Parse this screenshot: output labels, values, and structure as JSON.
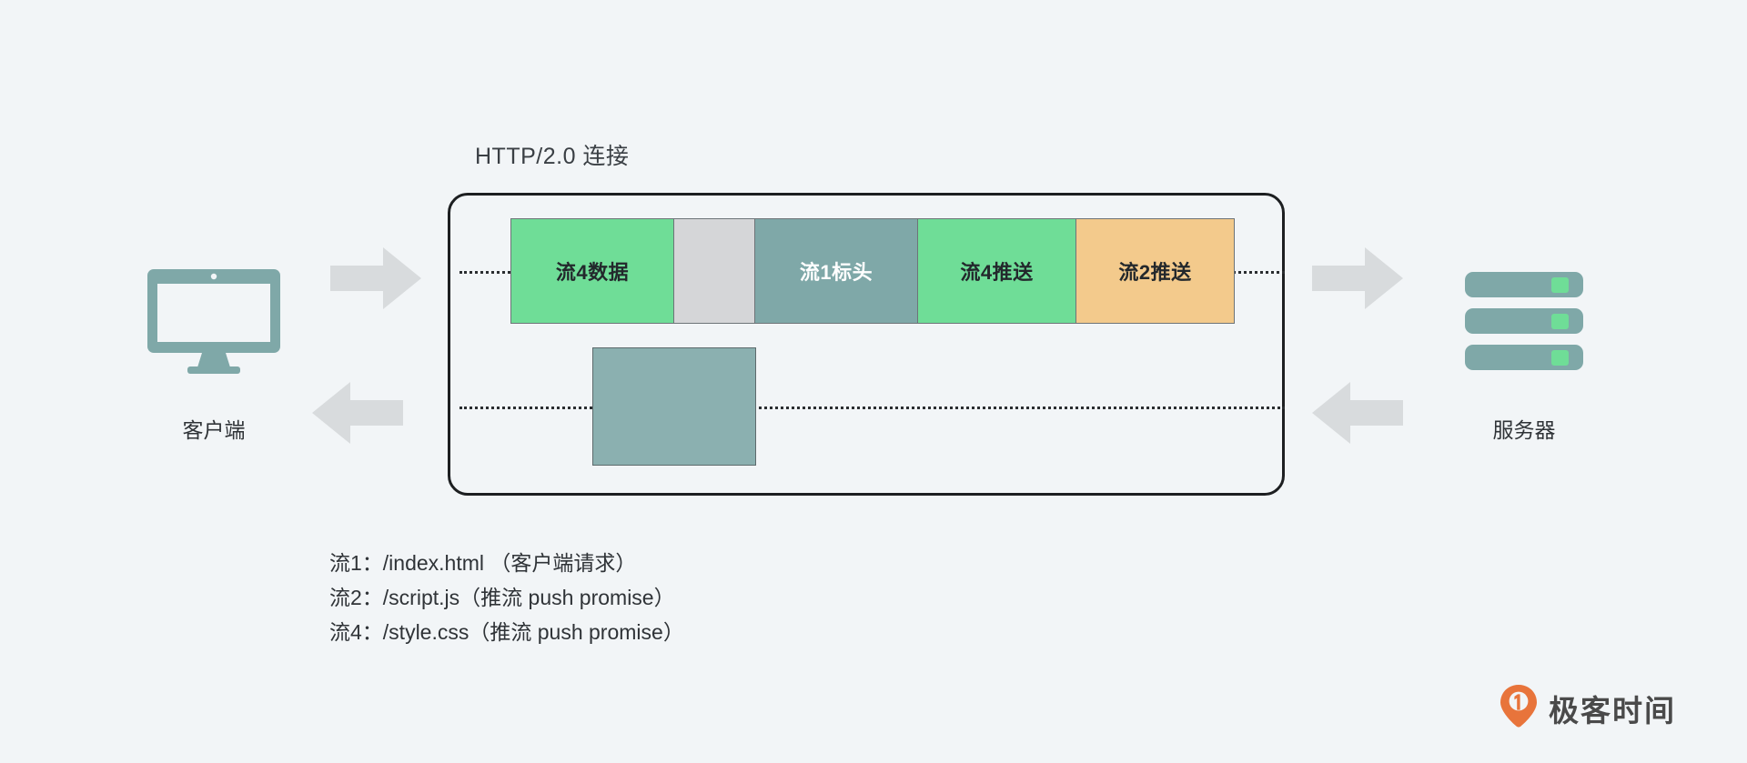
{
  "diagram": {
    "title": "HTTP/2.0 连接",
    "background_color": "#f2f5f7",
    "frames": [
      {
        "label": "流4数据",
        "color": "#6FDD97",
        "text_color": "#23282c",
        "width": 180
      },
      {
        "label": "",
        "color": "#D5D6D8",
        "text_color": "#23282c",
        "width": 90
      },
      {
        "label": "流1标头",
        "color": "#7FA8A8",
        "text_color": "#ffffff",
        "width": 180
      },
      {
        "label": "流4推送",
        "color": "#6FDD97",
        "text_color": "#23282c",
        "width": 175
      },
      {
        "label": "流2推送",
        "color": "#F3CA8C",
        "text_color": "#23282c",
        "width": 175
      }
    ],
    "pending_frame": {
      "label": "",
      "color": "#8bb0b0"
    },
    "endpoints": {
      "client": {
        "label": "客户端",
        "icon": "monitor-icon",
        "color": "#7FA8A8"
      },
      "server": {
        "label": "服务器",
        "icon": "server-rack-icon",
        "color": "#7FA8A8",
        "led_color": "#6FDD97"
      }
    },
    "arrows": {
      "client_to_server_label": "",
      "server_to_client_label": "",
      "color": "#D8DBDD"
    },
    "legend": [
      "流1：/index.html （客户端请求）",
      "流2：/script.js（推流 push promise）",
      "流4：/style.css（推流 push promise）"
    ]
  },
  "watermark": {
    "text": "极客时间",
    "logo_color": "#E8743B"
  }
}
